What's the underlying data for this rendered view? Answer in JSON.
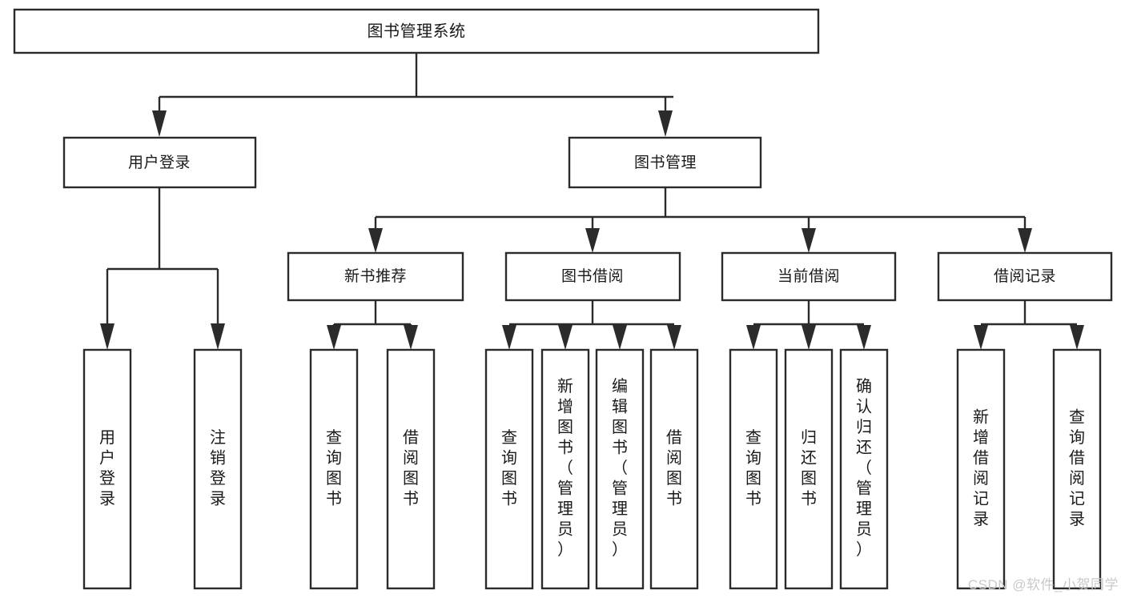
{
  "diagram": {
    "title": "图书管理系统",
    "type": "tree-hierarchy",
    "watermark": "CSDN @软件_小贺同学",
    "colors": {
      "box_fill": "#ffffff",
      "box_stroke": "#2b2b2b",
      "text": "#1a1a1a",
      "watermark": "#c9c9c9",
      "background": "#ffffff"
    },
    "root": {
      "label": "图书管理系统"
    },
    "level2": [
      {
        "label": "用户登录"
      },
      {
        "label": "图书管理"
      }
    ],
    "level3": [
      {
        "label": "新书推荐"
      },
      {
        "label": "图书借阅"
      },
      {
        "label": "当前借阅"
      },
      {
        "label": "借阅记录"
      }
    ],
    "leaves": {
      "user_login": [
        {
          "label": "用户登录"
        },
        {
          "label": "注销登录"
        }
      ],
      "new_book_recommend": [
        {
          "label": "查询图书"
        },
        {
          "label": "借阅图书"
        }
      ],
      "book_borrow": [
        {
          "label": "查询图书"
        },
        {
          "label": "新增图书（管理员）"
        },
        {
          "label": "编辑图书（管理员）"
        },
        {
          "label": "借阅图书"
        }
      ],
      "current_borrow": [
        {
          "label": "查询图书"
        },
        {
          "label": "归还图书"
        },
        {
          "label": "确认归还（管理员）"
        }
      ],
      "borrow_record": [
        {
          "label": "新增借阅记录"
        },
        {
          "label": "查询借阅记录"
        }
      ]
    }
  }
}
